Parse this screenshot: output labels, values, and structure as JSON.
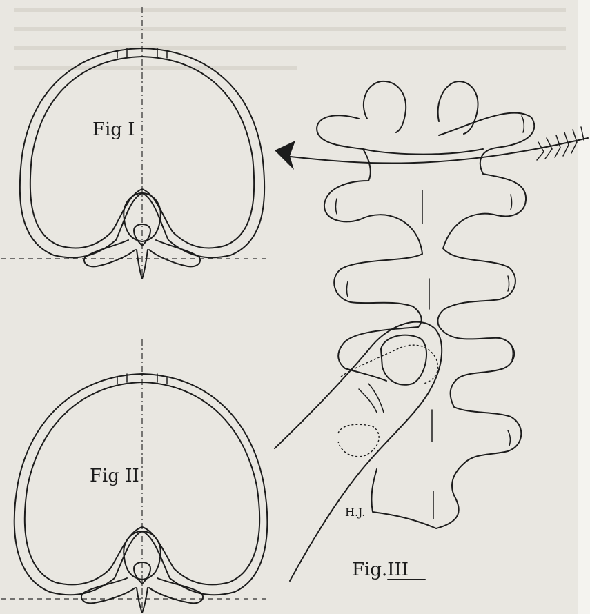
{
  "figures": {
    "fig1": {
      "label": "Fig I"
    },
    "fig2": {
      "label": "Fig II"
    },
    "fig3": {
      "label": "Fig.III"
    }
  },
  "annotations": {
    "signature": "H.J."
  }
}
